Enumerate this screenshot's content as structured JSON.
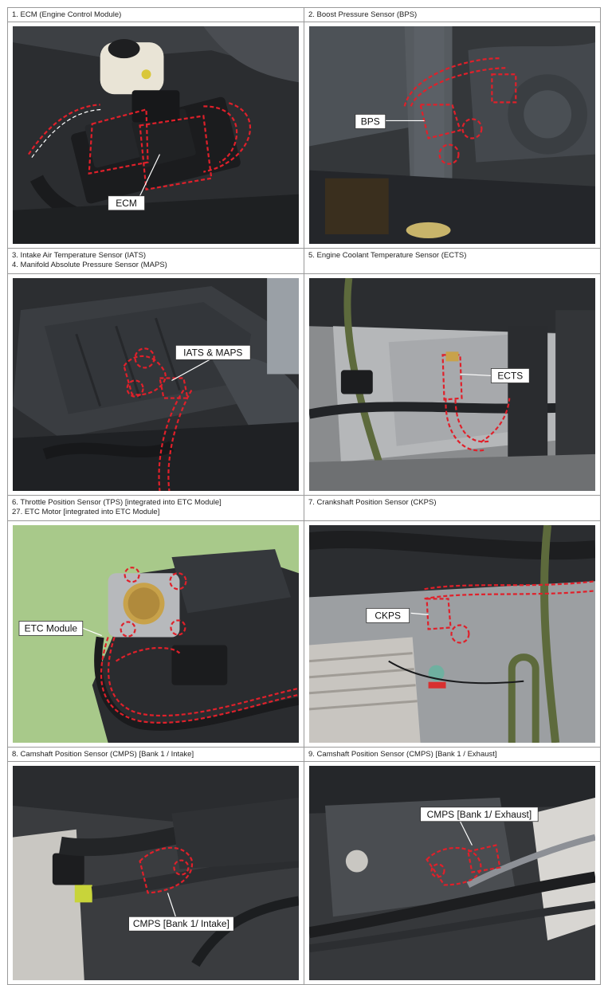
{
  "sections": [
    {
      "caption_lines": [
        "1. ECM (Engine Control Module)"
      ],
      "callout": "ECM"
    },
    {
      "caption_lines": [
        "2. Boost Pressure Sensor (BPS)"
      ],
      "callout": "BPS"
    },
    {
      "caption_lines": [
        "3. Intake Air Temperature Sensor (IATS)",
        "4. Manifold Absolute Pressure Sensor (MAPS)"
      ],
      "callout": "IATS & MAPS"
    },
    {
      "caption_lines": [
        "5. Engine Coolant Temperature Sensor (ECTS)"
      ],
      "callout": "ECTS"
    },
    {
      "caption_lines": [
        "6. Throttle Position Sensor (TPS) [integrated into ETC Module]",
        "27. ETC Motor [integrated into ETC Module]"
      ],
      "callout": "ETC Module"
    },
    {
      "caption_lines": [
        "7. Crankshaft Position Sensor (CKPS)"
      ],
      "callout": "CKPS"
    },
    {
      "caption_lines": [
        "8. Camshaft Position Sensor (CMPS) [Bank 1 / Intake]"
      ],
      "callout": "CMPS [Bank 1/ Intake]"
    },
    {
      "caption_lines": [
        "9. Camshaft Position Sensor (CMPS) [Bank 1 / Exhaust]"
      ],
      "callout": "CMPS [Bank 1/ Exhaust]"
    }
  ],
  "colors": {
    "highlight_dash": "#e0202a",
    "photo_dark": "#2a2c2e",
    "photo_background_green": "#a8c98a",
    "table_border": "#9a9a9a"
  }
}
